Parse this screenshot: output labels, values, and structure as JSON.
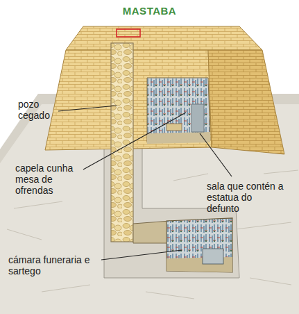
{
  "diagram": {
    "title": "MASTABA",
    "labels": [
      "pozo cegado",
      "capela cunha mesa de ofrendas",
      "sala que contén a estatua do defunto",
      "cámara funeraria e sartego"
    ]
  }
}
